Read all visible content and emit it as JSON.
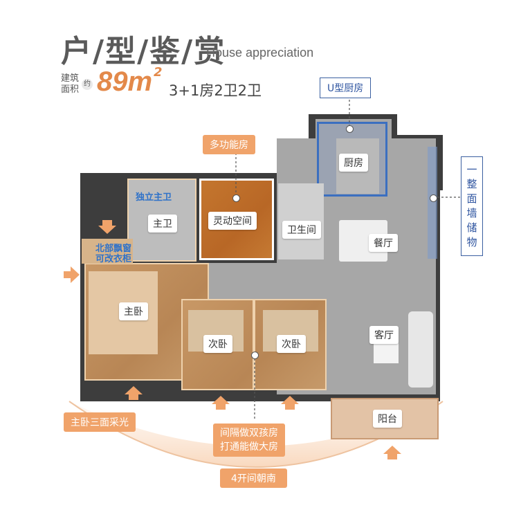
{
  "header": {
    "title": "户/型/鉴/赏",
    "title_en": "House appreciation",
    "area_label_line1": "建筑",
    "area_label_line2": "面积",
    "approx": "约",
    "area_value": "89m",
    "area_sup": "2",
    "layout": "3+1房2卫2卫"
  },
  "rooms": {
    "kitchen": "厨房",
    "master_bath": "主卫",
    "flex_space": "灵动空间",
    "bathroom": "卫生间",
    "dining": "餐厅",
    "master_bedroom": "主卧",
    "second_bedroom_a": "次卧",
    "second_bedroom_b": "次卧",
    "living": "客厅",
    "balcony": "阳台"
  },
  "callouts": {
    "u_kitchen": "U型厨房",
    "multi_room": "多功能房",
    "storage_wall": "一整面墙储物",
    "ensuite": "独立主卫",
    "bay_window_line1": "北部飘窗",
    "bay_window_line2": "可改衣柜",
    "master_light": "主卧三面采光",
    "kids_rooms_line1": "间隔做双孩房",
    "kids_rooms_line2": "打通能做大房",
    "south_facing": "4开间朝南"
  },
  "colors": {
    "accent_orange": "#e3894a",
    "pill_orange": "#f0a36a",
    "callout_blue": "#2f55a0",
    "highlight_blue": "#2f72c9"
  }
}
